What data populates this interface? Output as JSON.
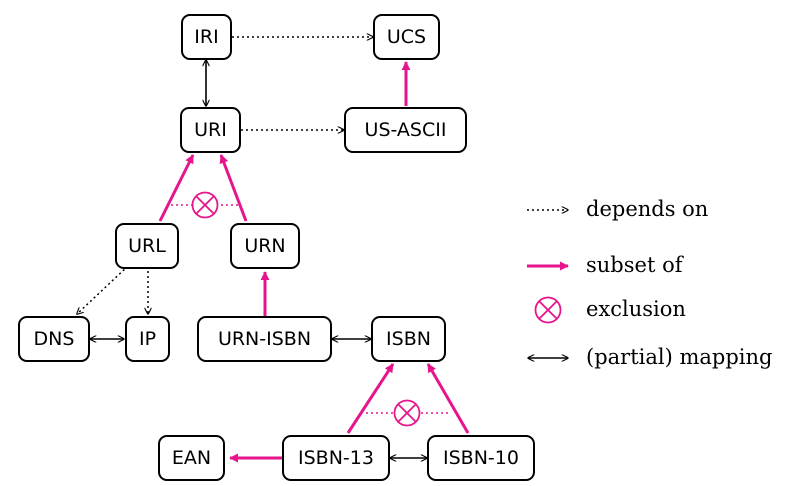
{
  "colors": {
    "subset": "#e6158c",
    "line": "#000000"
  },
  "nodes": {
    "iri": "IRI",
    "ucs": "UCS",
    "uri": "URI",
    "us_ascii": "US-ASCII",
    "url": "URL",
    "urn": "URN",
    "dns": "DNS",
    "ip": "IP",
    "urn_isbn": "URN-ISBN",
    "isbn": "ISBN",
    "ean": "EAN",
    "isbn13": "ISBN-13",
    "isbn10": "ISBN-10"
  },
  "relations": [
    {
      "from": "iri",
      "to": "ucs",
      "type": "depends_on"
    },
    {
      "from": "iri",
      "to": "uri",
      "type": "mapping"
    },
    {
      "from": "uri",
      "to": "us_ascii",
      "type": "depends_on"
    },
    {
      "from": "us_ascii",
      "to": "ucs",
      "type": "subset_of"
    },
    {
      "from": "url",
      "to": "uri",
      "type": "subset_of"
    },
    {
      "from": "urn",
      "to": "uri",
      "type": "subset_of"
    },
    {
      "from": "url",
      "to": "dns",
      "type": "depends_on"
    },
    {
      "from": "url",
      "to": "ip",
      "type": "depends_on"
    },
    {
      "from": "dns",
      "to": "ip",
      "type": "mapping"
    },
    {
      "from": "urn_isbn",
      "to": "urn",
      "type": "subset_of"
    },
    {
      "from": "urn_isbn",
      "to": "isbn",
      "type": "mapping"
    },
    {
      "from": "isbn13",
      "to": "isbn",
      "type": "subset_of"
    },
    {
      "from": "isbn10",
      "to": "isbn",
      "type": "subset_of"
    },
    {
      "from": "isbn13",
      "to": "ean",
      "type": "subset_of"
    },
    {
      "from": "isbn13",
      "to": "isbn10",
      "type": "mapping"
    }
  ],
  "exclusions": [
    [
      "url",
      "urn"
    ],
    [
      "isbn13",
      "isbn10"
    ]
  ],
  "legend": {
    "depends_on": "depends on",
    "subset_of": "subset of",
    "exclusion": "exclusion",
    "mapping": "(partial) mapping"
  }
}
